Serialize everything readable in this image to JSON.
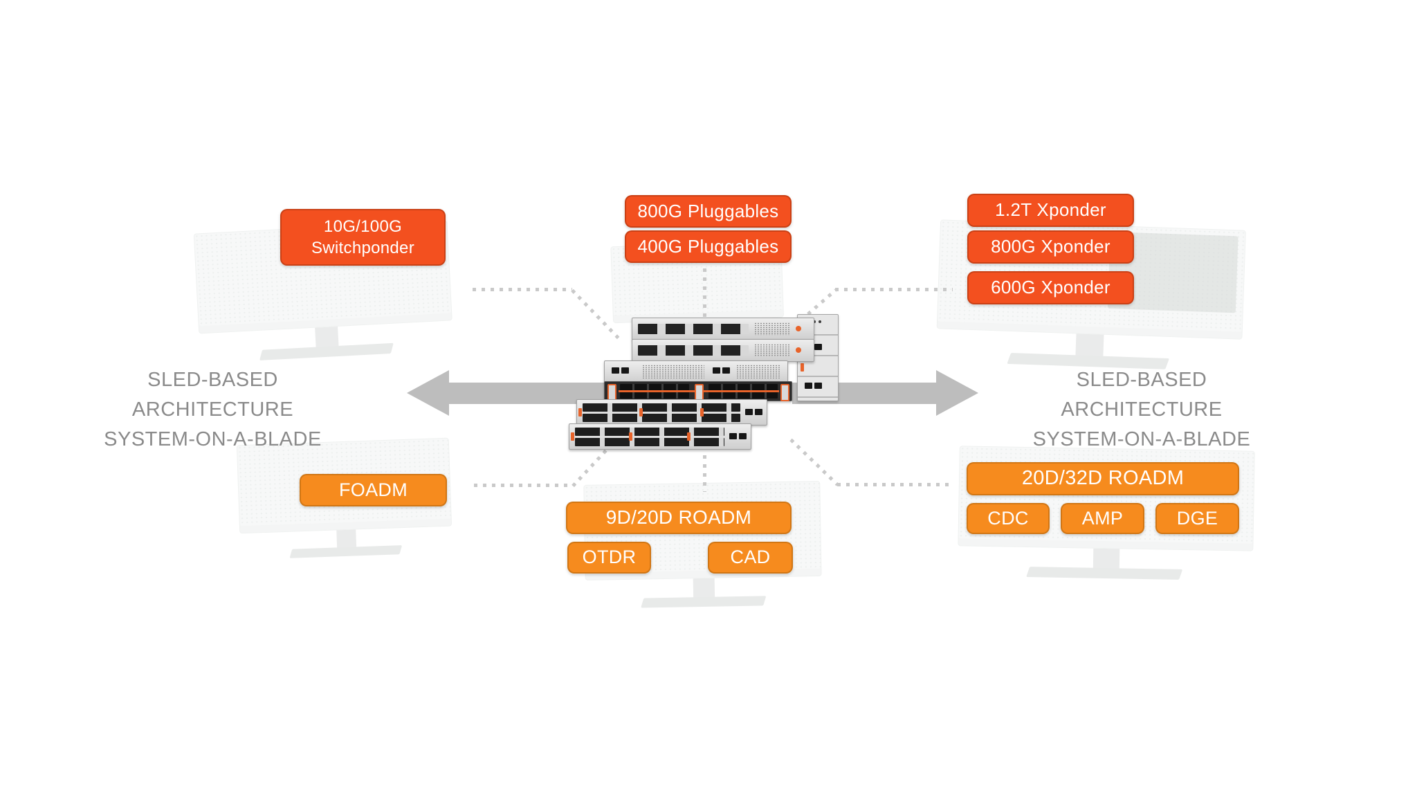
{
  "diagram": {
    "left_label": {
      "line1": "SLED-BASED ARCHITECTURE",
      "line2": "SYSTEM-ON-A-BLADE"
    },
    "right_label": {
      "line1": "SLED-BASED ARCHITECTURE",
      "line2": "SYSTEM-ON-A-BLADE"
    },
    "badges": {
      "top_left": {
        "line1": "10G/100G",
        "line2": "Switchponder"
      },
      "top_center": [
        "800G Pluggables",
        "400G Pluggables"
      ],
      "top_right": [
        "1.2T Xponder",
        "800G Xponder",
        "600G Xponder"
      ],
      "bottom_left": [
        "FOADM"
      ],
      "bottom_center": {
        "main": "9D/20D ROADM",
        "sub": [
          "OTDR",
          "CAD"
        ]
      },
      "bottom_right": {
        "main": "20D/32D ROADM",
        "sub": [
          "CDC",
          "AMP",
          "DGE"
        ]
      }
    },
    "colors": {
      "badge_top_group": "#F3501F",
      "badge_bottom_group": "#F68B1E",
      "arrow": "#BDBDBD",
      "label_text": "#8A8A8A",
      "dotted_line": "#C9C9C9",
      "hardware_accent": "#E8632A"
    }
  }
}
